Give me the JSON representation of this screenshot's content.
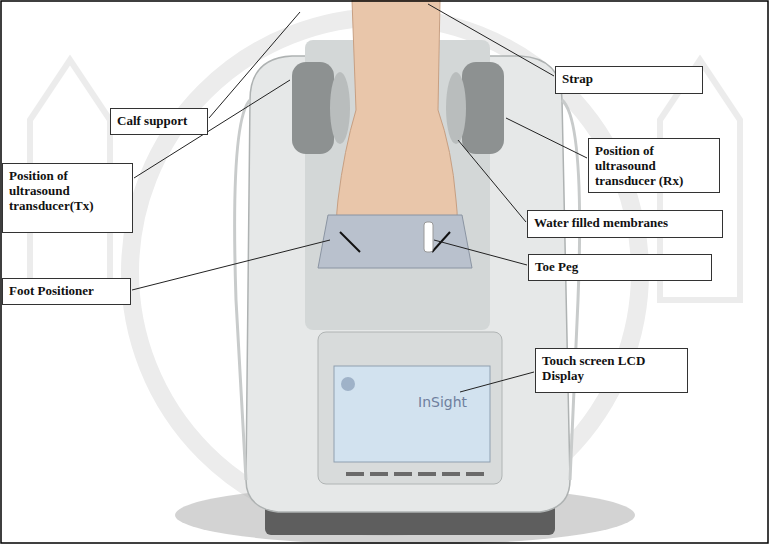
{
  "diagram": {
    "nodes": [
      {
        "text": [
          "Strap"
        ]
      },
      {
        "text": [
          "Calf support"
        ]
      },
      {
        "text": [
          "Position of ultrasound transducer (Rx)"
        ]
      },
      {
        "text": [
          "Position of ultrasound transducer(Tx)"
        ]
      },
      {
        "text": [
          "Water filled membranes"
        ]
      },
      {
        "text": [
          "Toe Peg"
        ]
      },
      {
        "text": [
          "Foot Positioner"
        ]
      },
      {
        "text": [
          "Touch screen LCD Display"
        ]
      }
    ],
    "labels": [
      "InSight"
    ]
  }
}
